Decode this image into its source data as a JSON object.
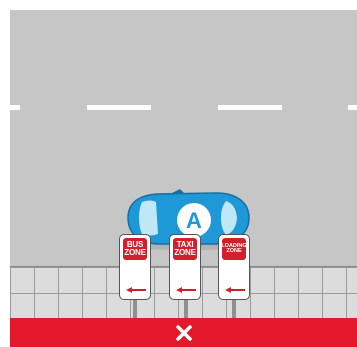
{
  "scene": {
    "colors": {
      "road": "#c6c6c6",
      "lane_marking": "#ffffff",
      "sidewalk": "#dcdcdc",
      "car_body": "#1e98d6",
      "car_window": "#bfe7f7",
      "sign_red": "#d0202b",
      "bottom_bar": "#e3192b"
    },
    "car": {
      "label": "A",
      "icon": "car-icon"
    },
    "signs": [
      {
        "line1": "BUS",
        "line2": "ZONE",
        "arrow": "left-arrow-icon"
      },
      {
        "line1": "TAXI",
        "line2": "ZONE",
        "arrow": "left-arrow-icon"
      },
      {
        "line1": "LOADING",
        "line2": "ZONE",
        "arrow": "left-arrow-icon"
      }
    ],
    "close_icon": "close-icon"
  }
}
